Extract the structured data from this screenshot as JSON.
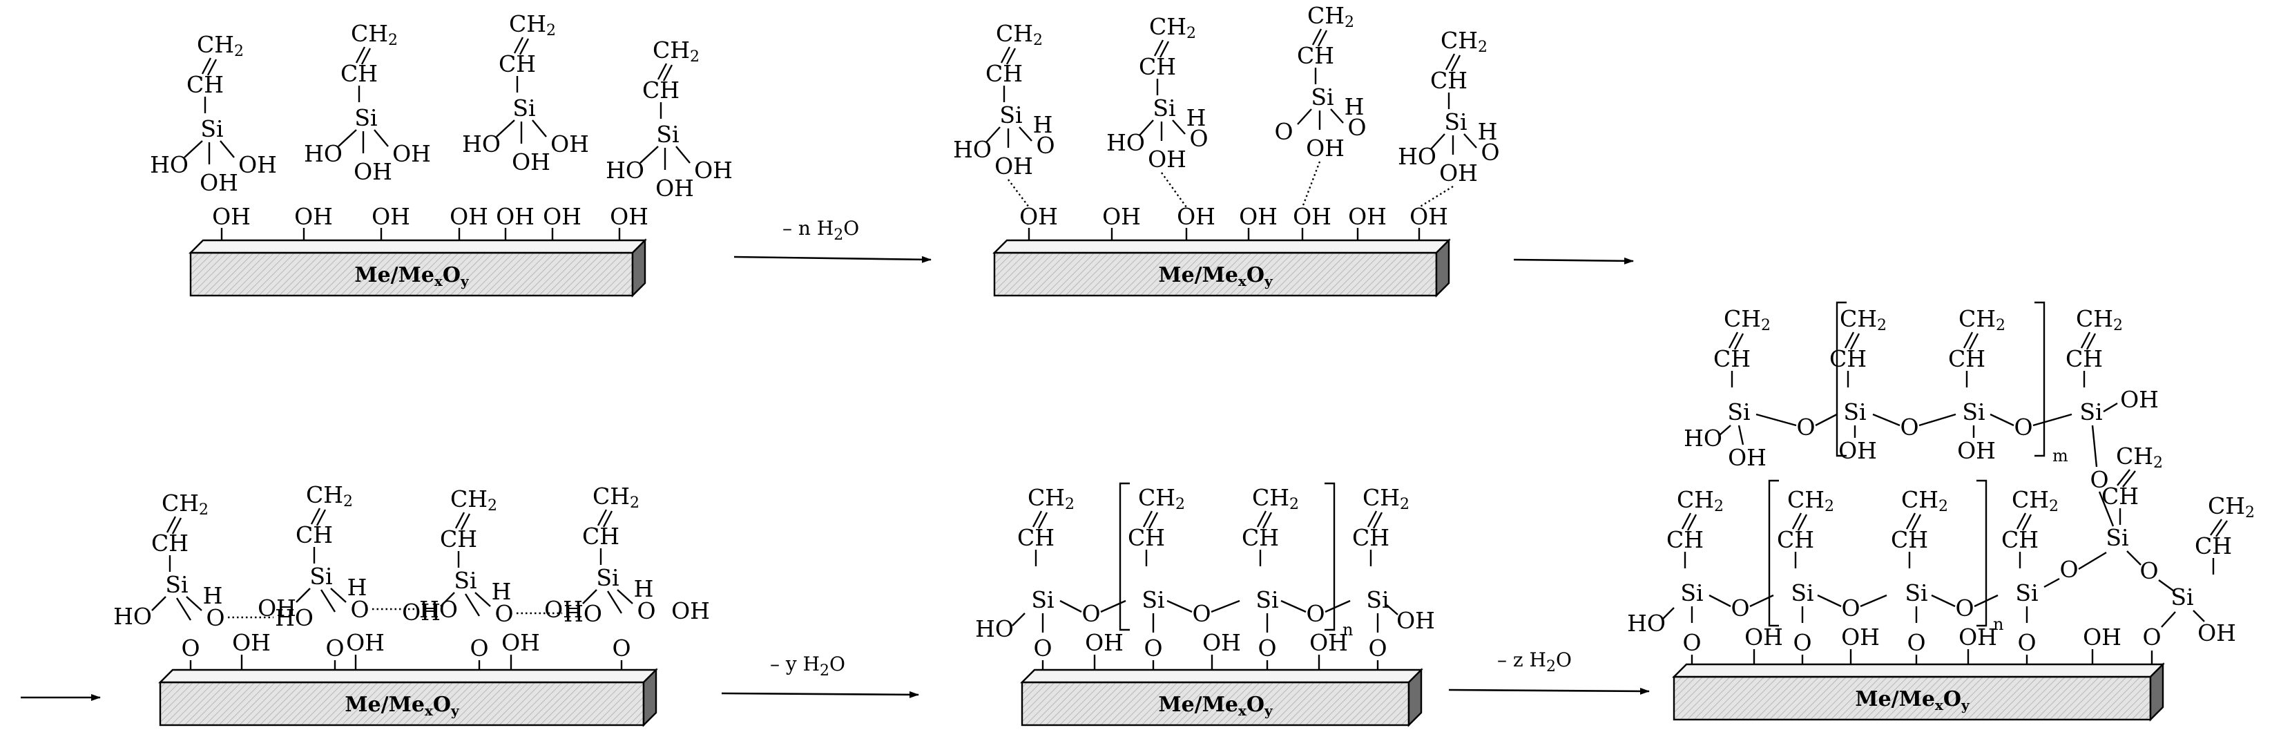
{
  "surface_label": "Me/Me",
  "surface_sub_x": "x",
  "surface_o": "O",
  "surface_sub_y": "y",
  "atoms": {
    "ch2": "CH",
    "ch2_sub": "2",
    "ch": "CH",
    "si": "Si",
    "oh": "OH",
    "ho": "HO",
    "o": "O",
    "h": "H"
  },
  "repeat_n": "n",
  "repeat_m": "m",
  "conditions": {
    "step1": "– n H",
    "step1_sub": "2",
    "step1_tail": "O",
    "step2": "– y H",
    "step2_sub": "2",
    "step2_tail": "O",
    "step3": "– z H",
    "step3_sub": "2",
    "step3_tail": "O"
  }
}
